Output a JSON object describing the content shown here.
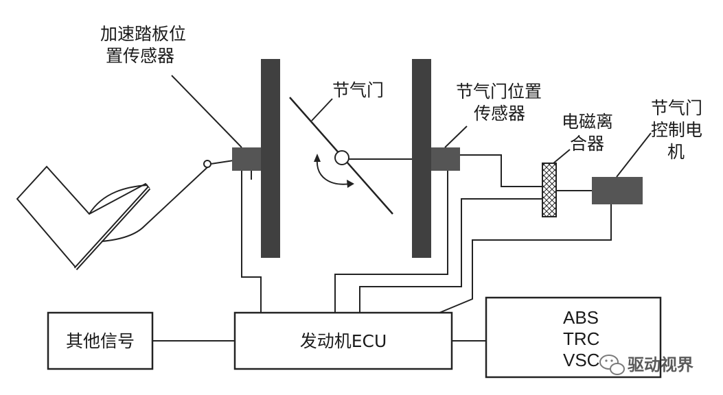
{
  "labels": {
    "pedal_sensor": [
      "加速踏板位",
      "置传感器"
    ],
    "throttle": "节气门",
    "throttle_sensor": [
      "节气门位置",
      "传感器"
    ],
    "clutch": [
      "电磁离",
      "合器"
    ],
    "motor": [
      "节气门",
      "控制电",
      "机"
    ]
  },
  "boxes": {
    "other_signals": "其他信号",
    "ecu": "发动机ECU",
    "systems": [
      "ABS",
      "TRC",
      "VSC"
    ]
  },
  "watermark": "驱动视界",
  "colors": {
    "bar": "#404040",
    "sensor": "#555555",
    "line": "#222222"
  }
}
